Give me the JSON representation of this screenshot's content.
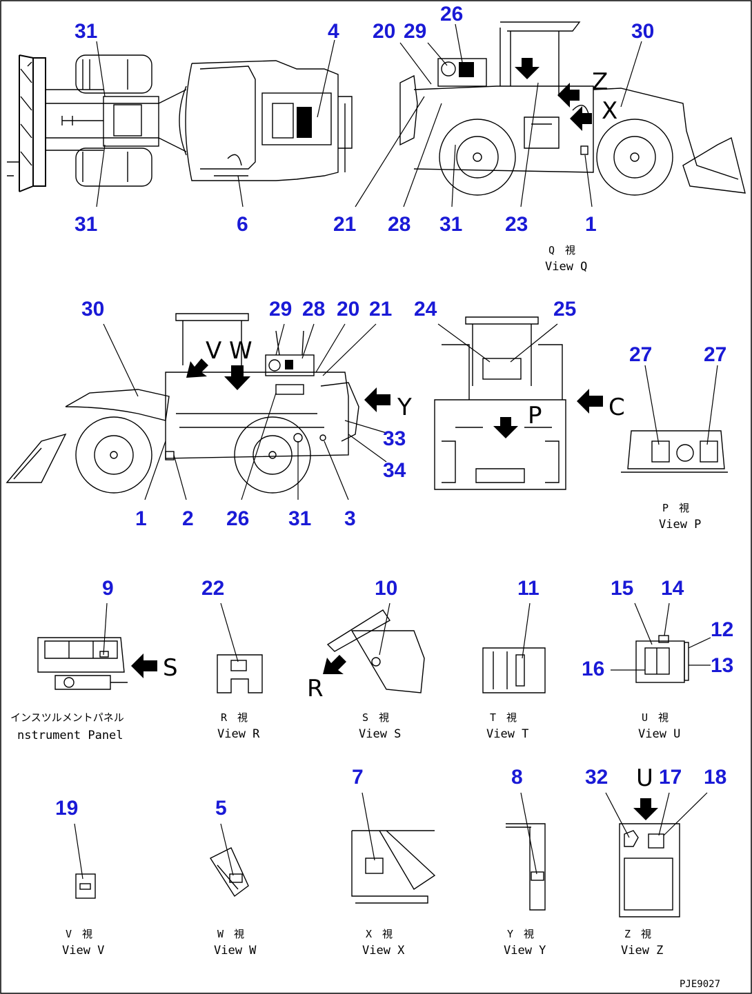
{
  "labels": {
    "top_plan": [
      "31",
      "4",
      "31",
      "6"
    ],
    "view_q": [
      "20",
      "29",
      "26",
      "30",
      "21",
      "28",
      "31",
      "23",
      "1"
    ],
    "side": [
      "30",
      "29",
      "28",
      "20",
      "21",
      "33",
      "34",
      "1",
      "2",
      "26",
      "31",
      "3"
    ],
    "front": [
      "24",
      "25"
    ],
    "view_p": [
      "27",
      "27"
    ],
    "row3": [
      "9",
      "22",
      "10",
      "11",
      "15",
      "14",
      "12",
      "13",
      "16"
    ],
    "row4": [
      "19",
      "5",
      "7",
      "8",
      "32",
      "17",
      "18"
    ]
  },
  "view_letters": {
    "z": "Z",
    "x": "X",
    "v": "V",
    "w": "W",
    "y": "Y",
    "c": "C",
    "p": "P",
    "s": "S",
    "r": "R",
    "u": "U"
  },
  "captions": {
    "q": {
      "jp": "Q　視",
      "en": "View Q"
    },
    "p": {
      "jp": "P　視",
      "en": "View P"
    },
    "panel": {
      "jp": "インスツルメントパネル",
      "en": "nstrument Panel"
    },
    "r": {
      "jp": "R　視",
      "en": "View R"
    },
    "s": {
      "jp": "S　視",
      "en": "View S"
    },
    "t": {
      "jp": "T　視",
      "en": "View T"
    },
    "u": {
      "jp": "U　視",
      "en": "View U"
    },
    "v": {
      "jp": "V　視",
      "en": "View V"
    },
    "w": {
      "jp": "W　視",
      "en": "View W"
    },
    "x": {
      "jp": "X　視",
      "en": "View X"
    },
    "y": {
      "jp": "Y　視",
      "en": "View Y"
    },
    "z": {
      "jp": "Z　視",
      "en": "View Z"
    }
  },
  "drawing_code": "PJE9027",
  "colors": {
    "callout": "#1a1ad6",
    "line": "#000000",
    "background": "#ffffff"
  }
}
